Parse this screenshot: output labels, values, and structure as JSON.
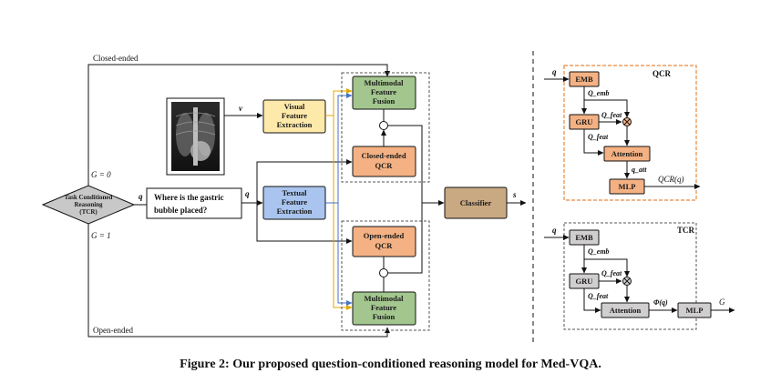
{
  "labels": {
    "closed_ended": "Closed-ended",
    "open_ended": "Open-ended",
    "g0": "G = 0",
    "g1": "G = 1",
    "q": "q",
    "v": "v",
    "s": "s",
    "question_line1": "Where is the gastric",
    "question_line2": "bubble placed?"
  },
  "boxes": {
    "tcr": [
      "Task Conditioned",
      "Reasoning",
      "(TCR)"
    ],
    "visual": [
      "Visual",
      "Feature",
      "Extraction"
    ],
    "textual": [
      "Textual",
      "Feature",
      "Extraction"
    ],
    "mm_top": [
      "Multimodal",
      "Feature",
      "Fusion"
    ],
    "closed_qcr": [
      "Closed-ended",
      "QCR"
    ],
    "open_qcr": [
      "Open-ended",
      "QCR"
    ],
    "mm_bottom": [
      "Multimodal",
      "Feature",
      "Fusion"
    ],
    "classifier": "Classifier"
  },
  "qcr": {
    "title": "QCR",
    "input": "q",
    "emb": "EMB",
    "gru": "GRU",
    "attention": "Attention",
    "mlp": "MLP",
    "q_emb": "Q_emb",
    "q_feat_a": "Q_feat",
    "q_feat_b": "Q_feat",
    "q_att": "q_att",
    "output": "QCR(q)"
  },
  "tcr": {
    "title": "TCR",
    "input": "q",
    "emb": "EMB",
    "gru": "GRU",
    "attention": "Attention",
    "mlp": "MLP",
    "q_emb": "Q_emb",
    "q_feat_a": "Q_feat",
    "q_feat_b": "Q_feat",
    "phi": "Φ(q)",
    "output": "G"
  },
  "caption": "Figure 2: Our proposed question-conditioned reasoning model for Med-VQA.",
  "colors": {
    "yellow": "#fde9a9",
    "blue": "#a9c4ee",
    "green": "#a3c68e",
    "orange": "#f4b183",
    "tan": "#c9a982",
    "grey": "#d0cece",
    "diamond": "#c8c8c8",
    "dashed_orange": "#e9883b"
  }
}
